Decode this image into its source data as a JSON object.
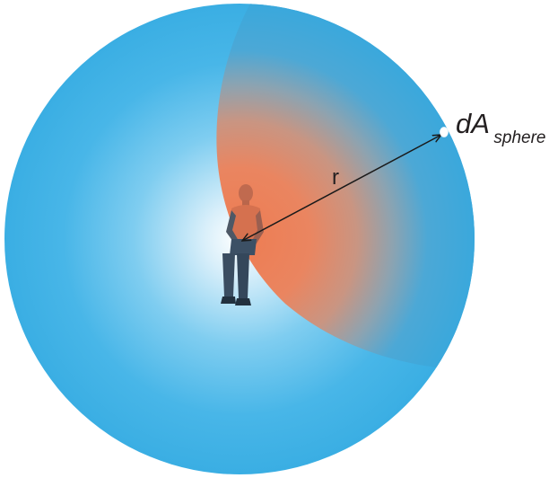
{
  "diagram": {
    "labels": {
      "radius": "r",
      "area_symbol": "dA",
      "area_subscript": "sphere"
    },
    "colors": {
      "sphere_outer": "#3ab0e6",
      "sphere_center": "#ffffff",
      "patch_warm": "#ea805a",
      "patch_cool": "#3aa8d8",
      "person": "#3a4f63",
      "arrow": "#1a1a1a"
    },
    "icons": {
      "observer": "seated-person-icon",
      "area_element": "area-element-dot-icon"
    }
  }
}
